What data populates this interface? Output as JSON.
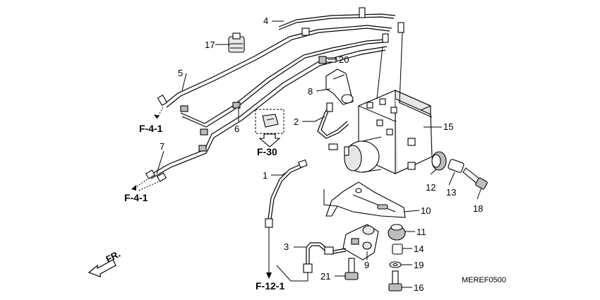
{
  "diagram": {
    "callouts": [
      "1",
      "2",
      "3",
      "4",
      "5",
      "6",
      "7",
      "8",
      "9",
      "10",
      "11",
      "12",
      "13",
      "14",
      "15",
      "16",
      "17",
      "18",
      "19",
      "20",
      "21"
    ],
    "references": {
      "f41_upper": "F-4-1",
      "f41_lower": "F-4-1",
      "f30": "F-30",
      "f121": "F-12-1"
    },
    "direction_label": "FR.",
    "drawing_code": "MEREF0500"
  }
}
